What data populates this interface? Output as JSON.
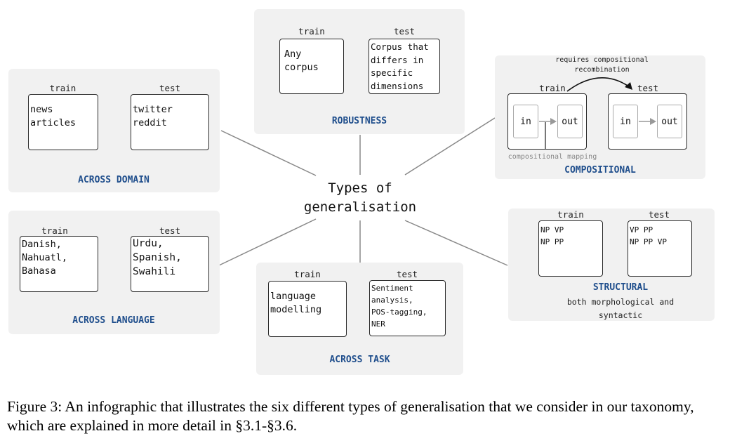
{
  "center_label": "Types of\ngeneralisation",
  "common": {
    "train": "train",
    "test": "test"
  },
  "panels": {
    "robustness": {
      "title": "ROBUSTNESS",
      "train_text": "Any corpus",
      "test_text": "Corpus that\ndiffers in\nspecific\ndimensions"
    },
    "across_domain": {
      "title": "ACROSS DOMAIN",
      "train_text": "news\narticles",
      "test_text": "twitter\nreddit"
    },
    "across_language": {
      "title": "ACROSS LANGUAGE",
      "train_text": "Danish,\nNahuatl,\nBahasa",
      "test_text": "Urdu,\nSpanish,\nSwahili"
    },
    "across_task": {
      "title": "ACROSS TASK",
      "train_text": "language\nmodelling",
      "test_text": "Sentiment\nanalysis,\nPOS-tagging,\nNER"
    },
    "compositional": {
      "title": "COMPOSITIONAL",
      "note": "requires compositional\nrecombination",
      "in_label": "in",
      "out_label": "out",
      "mapping_label": "compositional mapping"
    },
    "structural": {
      "title": "STRUCTURAL",
      "subtitle": "both morphological and\nsyntactic",
      "train_text": "NP VP\nNP PP",
      "test_text": "VP PP\nNP PP VP"
    }
  },
  "caption": "Figure 3: An infographic that illustrates the six different types of generalisation that we consider in our taxonomy, which are explained in more detail in §3.1-§3.6."
}
